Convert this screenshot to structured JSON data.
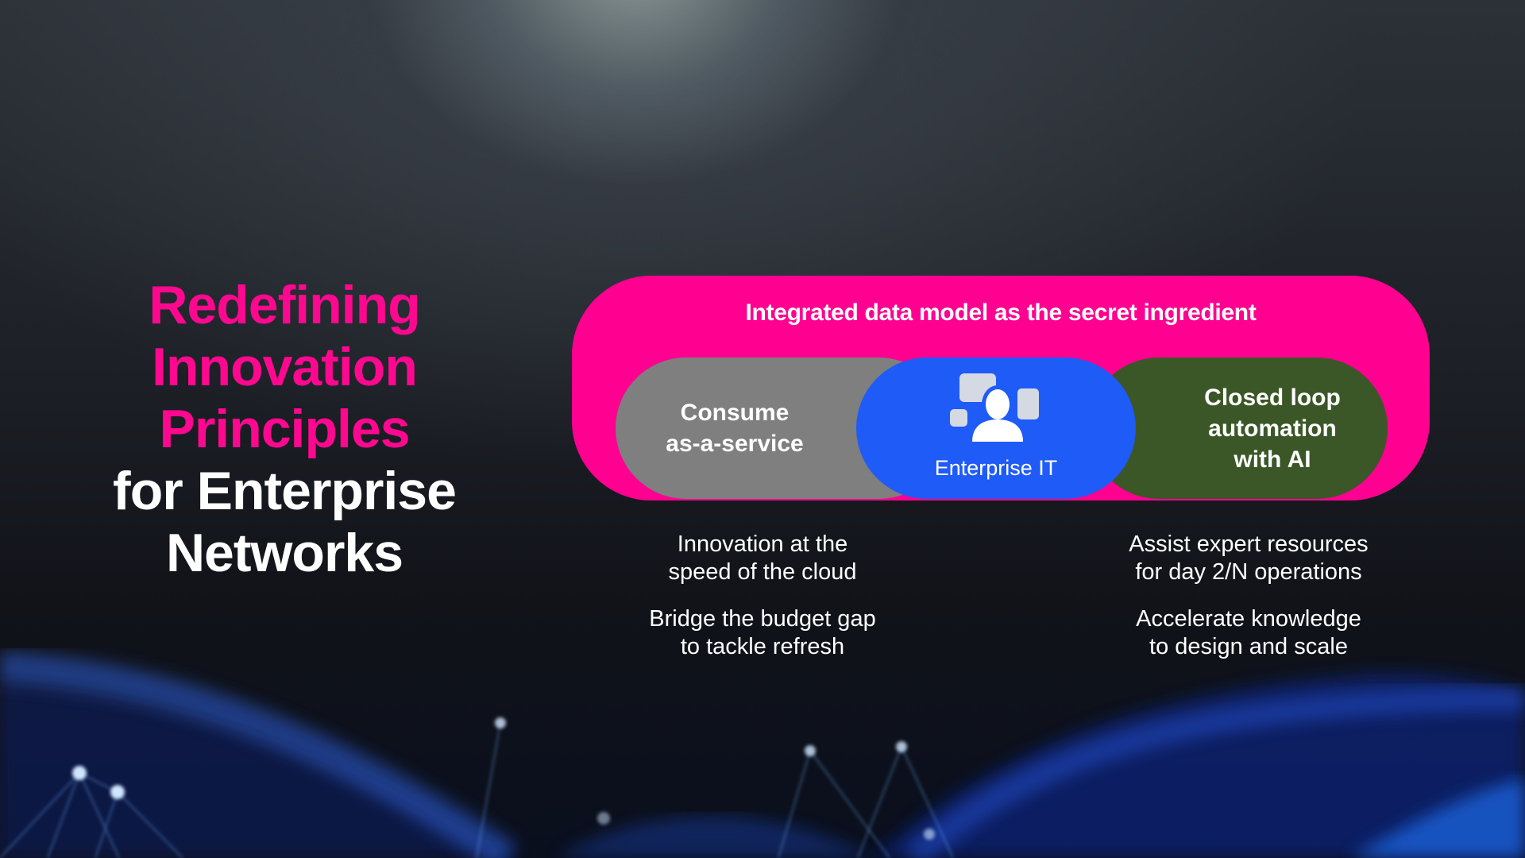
{
  "slide": {
    "title": {
      "pink_lines": [
        "Redefining",
        "Innovation",
        "Principles"
      ],
      "white_lines": [
        "for Enterprise",
        "Networks"
      ]
    },
    "diagram": {
      "container_label": "Integrated data model as the secret ingredient",
      "left_pill": {
        "label_line1": "Consume",
        "label_line2": "as-a-service"
      },
      "center_pill": {
        "icon": "enterprise-it-people-icon",
        "label": "Enterprise IT"
      },
      "right_pill": {
        "label_line1": "Closed loop",
        "label_line2": "automation",
        "label_line3": "with AI"
      }
    },
    "left_bullets": [
      {
        "line1": "Innovation at the",
        "line2": "speed of the cloud"
      },
      {
        "line1": "Bridge the budget gap",
        "line2": "to tackle refresh"
      }
    ],
    "right_bullets": [
      {
        "line1": "Assist expert resources",
        "line2": "for day 2/N operations"
      },
      {
        "line1": "Accelerate knowledge",
        "line2": "to design and scale"
      }
    ],
    "colors": {
      "accent_pink": "#ff0090",
      "grey_pill": "#7f7f7f",
      "blue_pill": "#1f5bf7",
      "green_pill": "#3b5727",
      "background": "#16181d"
    }
  }
}
